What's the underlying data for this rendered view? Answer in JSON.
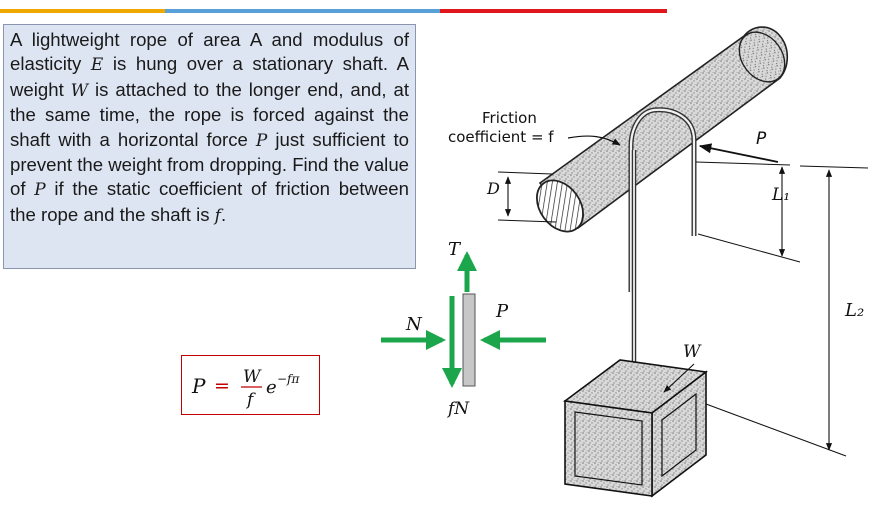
{
  "problem": {
    "parts": [
      {
        "t": "A lightweight rope of area A and modulus of elasticity "
      },
      {
        "t": "E",
        "i": true
      },
      {
        "t": " is hung over a stationary shaft. A weight "
      },
      {
        "t": "W",
        "i": true
      },
      {
        "t": " is attached to the longer end, and, at the same time, the rope is forced against the shaft with a horizontal force "
      },
      {
        "t": "P",
        "i": true
      },
      {
        "t": " just sufficient to prevent the weight from dropping. Find the value of "
      },
      {
        "t": "P",
        "i": true
      },
      {
        "t": " if the static coefficient of friction between the rope and the shaft is "
      },
      {
        "t": "f",
        "i": true
      },
      {
        "t": "."
      }
    ]
  },
  "answer": {
    "lhs": "P",
    "equals": "=",
    "numerator": "W",
    "denominator": "f",
    "base": "e",
    "exponent": "−fπ"
  },
  "fbd": {
    "tension_label": "T",
    "normal_label": "N",
    "force_label": "P",
    "friction_label": "fN"
  },
  "figure": {
    "friction_line1": "Friction",
    "friction_line2": "coefficient = f",
    "p_label": "P",
    "d_label": "D",
    "l1_label": "L₁",
    "l2_label": "L₂",
    "w_label": "W"
  },
  "colors": {
    "answer_red": "#c00000",
    "arrow_green": "#1ca64c",
    "box_fill": "#dde4f2",
    "bar_orange": "#f0a800",
    "bar_blue": "#5aa0d8",
    "bar_red": "#e0161b"
  }
}
